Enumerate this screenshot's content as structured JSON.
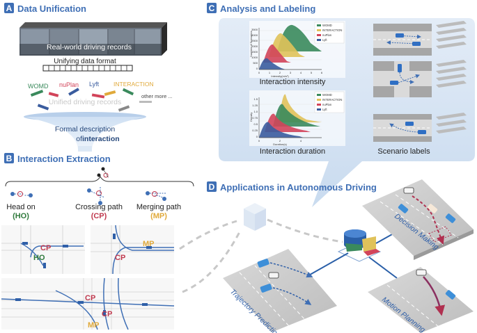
{
  "colors": {
    "section_blue": "#3f6fb5",
    "head_on": "#2f7a3c",
    "crossing": "#c0394e",
    "merging": "#e0a93a",
    "womd": "#3a8a5c",
    "interaction": "#e0c25a",
    "nuplan": "#d2445a",
    "lyft": "#3a5c9e"
  },
  "panel_a": {
    "letter": "A",
    "title": "Data Unification",
    "records_label": "Real-world driving records",
    "format_label": "Unifying data format",
    "datasets": [
      "WOMD",
      "nuPlan",
      "Lyft",
      "INTERACTION",
      "other more ..."
    ],
    "unified_label": "Unified driving records",
    "formal_line1": "Formal description",
    "formal_line2_prefix": "of ",
    "formal_line2_bold": "interaction"
  },
  "panel_b": {
    "letter": "B",
    "title": "Interaction Extraction",
    "types": [
      {
        "name": "Head on",
        "abbr": "(HO)"
      },
      {
        "name": "Crossing path",
        "abbr": "(CP)"
      },
      {
        "name": "Merging path",
        "abbr": "(MP)"
      }
    ],
    "map_labels": [
      "CP",
      "HO",
      "MP",
      "CP",
      "CP",
      "CP",
      "MP"
    ]
  },
  "panel_c": {
    "letter": "C",
    "title": "Analysis and Labeling",
    "chart1_caption": "Interaction intensity",
    "chart2_caption": "Interaction duration",
    "scenario_caption": "Scenario labels",
    "legend": [
      "WOMD",
      "INTERACTION",
      "nuPlan",
      "Lyft"
    ],
    "chart1": {
      "ylabel": "Number of Scenarios",
      "xlabel": "Intensity(m/s²)",
      "yticks": [
        "3500",
        "3000",
        "2500",
        "2000",
        "1500",
        "1000",
        "500",
        "0"
      ],
      "xticks": [
        "0",
        "1",
        "2",
        "3",
        "4",
        "5",
        "6"
      ]
    },
    "chart2": {
      "ylabel": "Density",
      "xlabel": "Duration(s)",
      "yticks": [
        "1.5",
        "1.25",
        "1.0",
        "0.75",
        "0.5",
        "0.25",
        "0"
      ],
      "xticks": [
        "0",
        "2",
        "4"
      ]
    }
  },
  "panel_d": {
    "letter": "D",
    "title": "Applications in Autonomous Driving",
    "apps": [
      "Decision Making",
      "Trajectory Prediction",
      "Motion Planning"
    ]
  }
}
